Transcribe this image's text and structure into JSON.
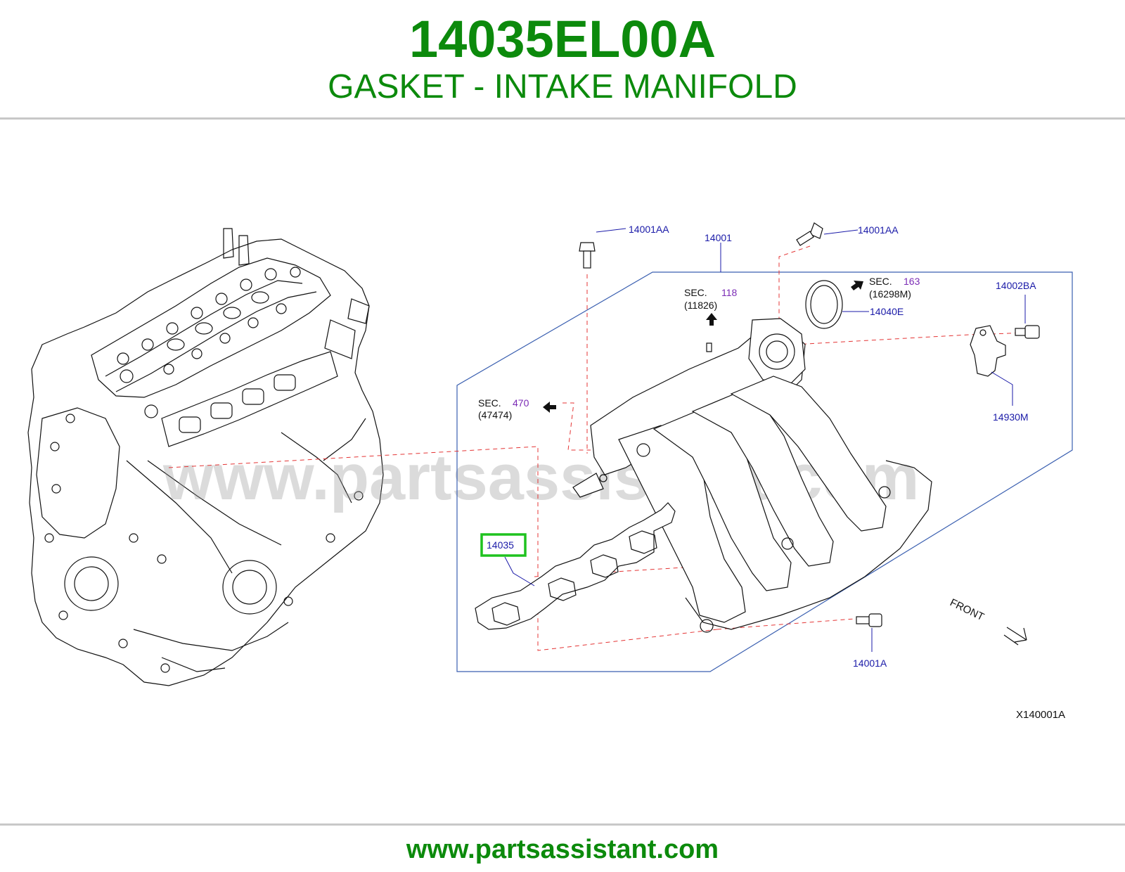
{
  "header": {
    "part_number": "14035EL00A",
    "part_name": "GASKET - INTAKE MANIFOLD"
  },
  "footer": {
    "url": "www.partsassistant.com"
  },
  "diagram": {
    "watermark": "www.partsassistant.com",
    "drawing_id": "X140001A",
    "front_label": "FRONT",
    "callouts": {
      "c14001AA_left": "14001AA",
      "c14001": "14001",
      "c14001AA_right": "14001AA",
      "c14040E": "14040E",
      "c14002BA": "14002BA",
      "c14930M": "14930M",
      "c14035": "14035",
      "c14001A": "14001A"
    },
    "sections": {
      "sec118": {
        "label": "SEC.",
        "num": "118",
        "code": "(11826)"
      },
      "sec163": {
        "label": "SEC.",
        "num": "163",
        "code": "(16298M)"
      },
      "sec470": {
        "label": "SEC.",
        "num": "470",
        "code": "(47474)"
      }
    },
    "highlight_color": "#1fc21f",
    "callout_color": "#1a1aa8",
    "sec_num_color": "#7b2bb5",
    "brand_color": "#0c8a0c"
  }
}
